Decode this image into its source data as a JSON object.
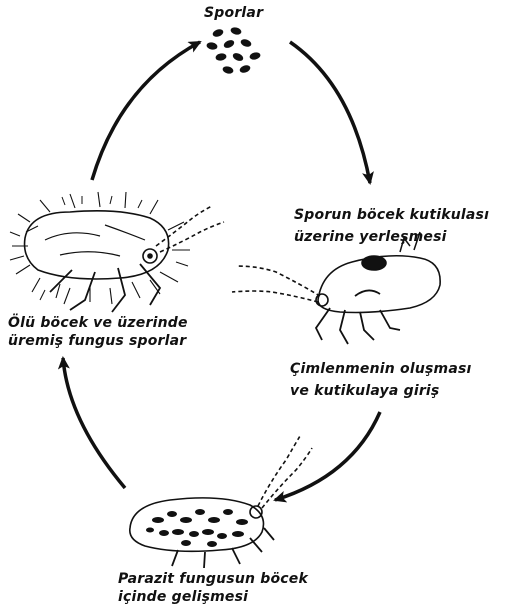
{
  "diagram": {
    "stages": [
      {
        "id": "spores",
        "lines": [
          "Sporlar"
        ]
      },
      {
        "id": "attach",
        "lines": [
          "Sporun böcek kutikulası",
          "üzerine yerleşmesi"
        ]
      },
      {
        "id": "germinate",
        "lines": [
          "Çimlenmenin oluşması",
          "ve kutikulaya giriş"
        ]
      },
      {
        "id": "develop",
        "lines": [
          "Parazit fungusun böcek",
          "içinde gelişmesi"
        ]
      },
      {
        "id": "dead",
        "lines": [
          "Ölü böcek ve üzerinde",
          "üremiş fungus sporlar"
        ]
      }
    ]
  },
  "colors": {
    "ink": "#111111",
    "paper": "#ffffff"
  }
}
